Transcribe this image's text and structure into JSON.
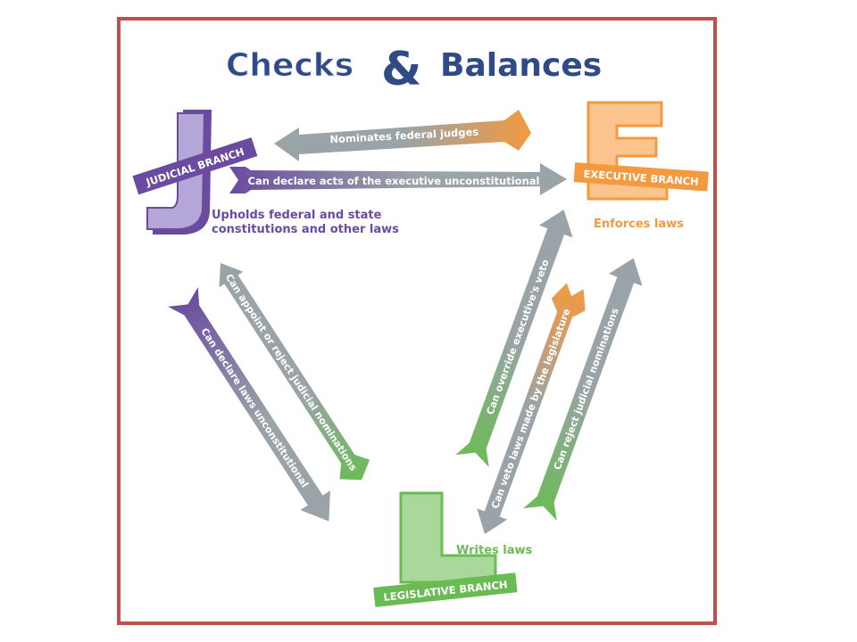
{
  "title": {
    "word1": "Checks",
    "amp": "&",
    "word2": "Balances"
  },
  "branches": {
    "judicial": {
      "name": "JUDICIAL BRANCH",
      "role_line1": "Upholds federal and state",
      "role_line2": "constitutions and other laws"
    },
    "executive": {
      "name": "EXECUTIVE BRANCH",
      "role": "Enforces laws"
    },
    "legislative": {
      "name": "LEGISLATIVE BRANCH",
      "role": "Writes laws"
    }
  },
  "checks": {
    "nominates": "Nominates federal judges",
    "declare_exec": "Can declare acts of the executive unconstitutional",
    "appoint_reject": "Can appoint or reject judicial nominations",
    "declare_laws": "Can declare laws unconstitutional",
    "override_veto": "Can override executive's veto",
    "veto_laws": "Can veto laws made by the legislature",
    "reject_nominations": "Can reject judicial nominations"
  },
  "colors": {
    "frame": "#c0504d",
    "title": "#2f4a86",
    "judicial": "#6a4ba0",
    "judicial_light": "#b5a6d8",
    "executive": "#f39a3f",
    "executive_light": "#fbc38d",
    "legislative": "#6bbb55",
    "legislative_light": "#a9d99a",
    "arrow": "#9aa3a8"
  }
}
